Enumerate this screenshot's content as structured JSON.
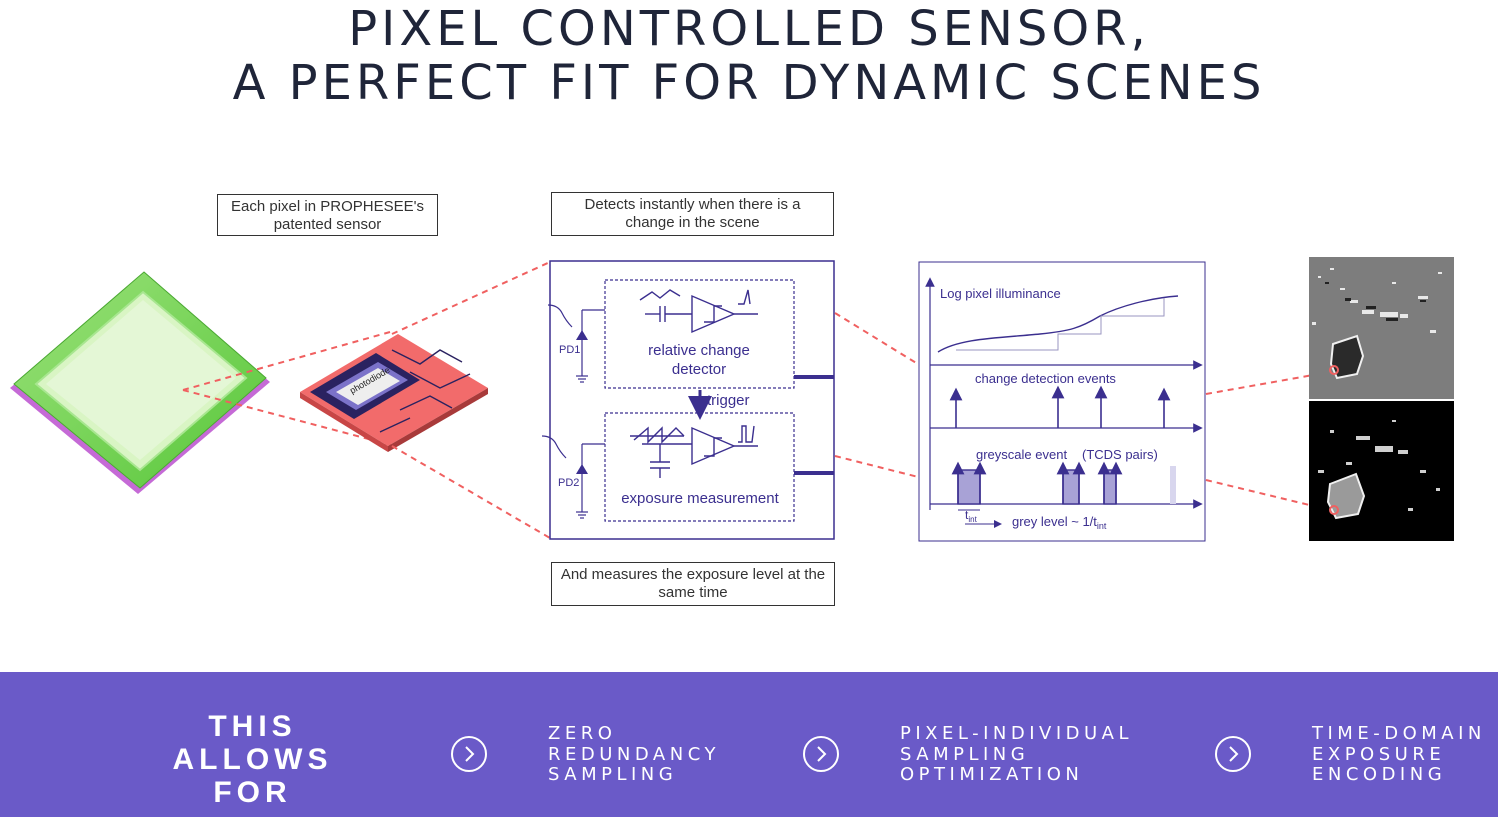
{
  "title": {
    "line1": "PIXEL CONTROLLED SENSOR,",
    "line2": "A PERFECT FIT FOR DYNAMIC SCENES"
  },
  "callouts": {
    "pixel": "Each pixel in PROPHESEE's patented sensor",
    "detect": "Detects instantly when there is a change in the scene",
    "exposure": "And measures the exposure level at the same time"
  },
  "chip": {
    "label": "photodiode"
  },
  "circuit": {
    "pd1": "PD1",
    "pd2": "PD2",
    "detector_line1": "relative change",
    "detector_line2": "detector",
    "trigger": "trigger",
    "exposure": "exposure measurement"
  },
  "plot": {
    "ylabel": "Log pixel illuminance",
    "change_events": "change detection events",
    "greyscale": "greyscale event",
    "tcds": "(TCDS pairs)",
    "t_int": "t",
    "t_int_sub": "int",
    "grey_level": "grey level ~ 1/t",
    "grey_level_sub": "int"
  },
  "band": {
    "allows": [
      "THIS",
      "ALLOWS",
      "FOR"
    ],
    "features": [
      {
        "lines": [
          "ZERO",
          "REDUNDANCY",
          "SAMPLING"
        ]
      },
      {
        "lines": [
          "PIXEL-INDIVIDUAL",
          "SAMPLING",
          "OPTIMIZATION"
        ]
      },
      {
        "lines": [
          "TIME-DOMAIN",
          "EXPOSURE",
          "ENCODING"
        ]
      }
    ]
  },
  "colors": {
    "title": "#1f2539",
    "band": "#6a5ac8",
    "diagram": "#3b2f8f",
    "dashed_red": "#f06060",
    "chip_green": "#7ed957",
    "chip_pink": "#f26b6b"
  }
}
